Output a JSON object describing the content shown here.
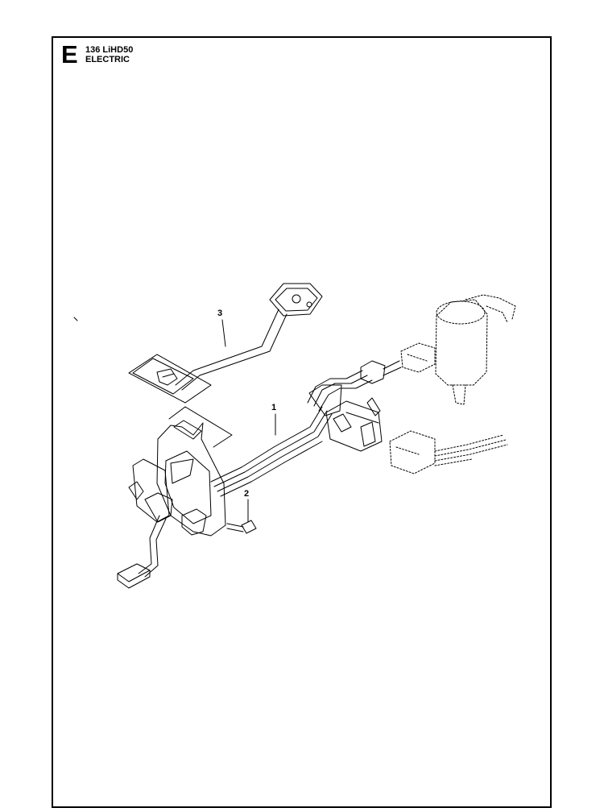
{
  "header": {
    "section_letter": "E",
    "model": "136 LiHD50",
    "group": "ELECTRIC"
  },
  "callouts": [
    {
      "id": "3",
      "label": "3"
    },
    {
      "id": "1",
      "label": "1"
    },
    {
      "id": "2",
      "label": "2"
    }
  ],
  "colors": {
    "line": "#000000",
    "background": "#ffffff"
  }
}
